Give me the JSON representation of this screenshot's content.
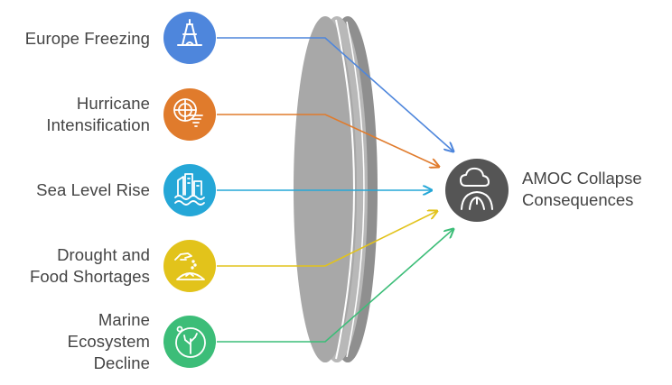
{
  "inputs": [
    {
      "lines": [
        "Europe Freezing"
      ],
      "color": "#4e86dc",
      "icon": "eiffel-tower-icon"
    },
    {
      "lines": [
        "Hurricane",
        "Intensification"
      ],
      "color": "#e07b2c",
      "icon": "radar-tornado-icon"
    },
    {
      "lines": [
        "Sea Level Rise"
      ],
      "color": "#25a7d7",
      "icon": "flooded-city-icon"
    },
    {
      "lines": [
        "Drought and",
        "Food Shortages"
      ],
      "color": "#e2c31b",
      "icon": "dry-soil-hand-icon"
    },
    {
      "lines": [
        "Marine",
        "Ecosystem",
        "Decline"
      ],
      "color": "#3cbd78",
      "icon": "coral-icon"
    }
  ],
  "output": {
    "lines": [
      "AMOC Collapse",
      "Consequences"
    ],
    "color": "#555555",
    "icon": "cloud-globe-icon"
  },
  "lens_color": "#a8a8a8"
}
